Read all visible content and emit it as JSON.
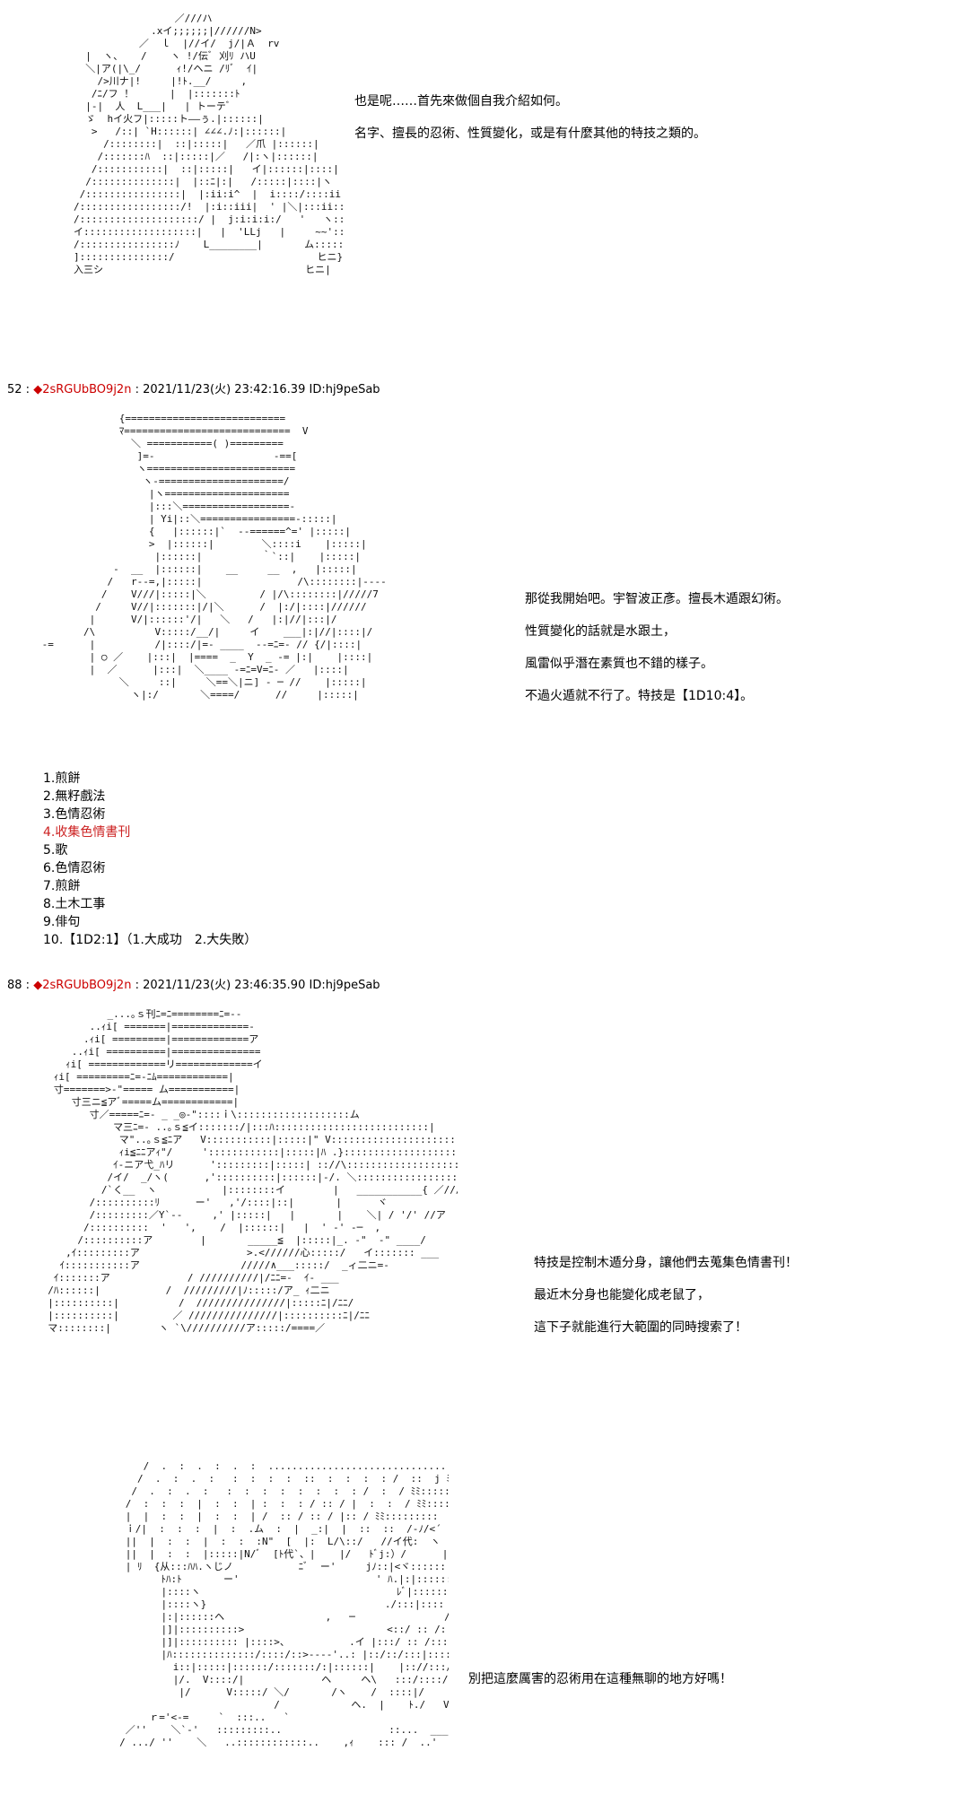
{
  "colors": {
    "trip": "#cc0000",
    "highlight": "#cc2222",
    "text": "#000000",
    "background": "#ffffff"
  },
  "art": {
    "art1": "                 ／///ハ\n             .xイ;;;;;;|//////N>\n           ／  ｌ  |//イ/  j/|Ａ  rv\n  |  ヽ、   /    ヽ !/伝ﾞ 刈ﾘ ハU\n  ＼|ア(|\\_/      ｨ!/ヘニ /ﾘﾞ  ｲ|\n    />川ナ|!     |!ﾄ.__/     ,\n   /ﾆ/フ ！      |  |:::::::ﾄ\n  |-|  人  L___|   | トーテﾞ\n  ゞ  hイ火フ|:::::ト――ぅ.|::::::|\n   >   /::| `H::::::| ∠∠∠.ﾉ:|::::::|\n     /::::::::|  ::|:::::|   ／爪 |::::::|\n    /:::::::ﾊ  ::|:::::|／   /|:ヽ|::::::|\n   /:::::::::::|  ::|:::::|   イ|::::::|::::|\n  /::::::::::::::|  |::ﾆ|:|   /:::::|::::|ヽ\n /::::::::::::::::|  |:ii:i^  |  i::::/::::ii:::ヽ\n/:::::::::::::::::/!  |:i::iii|  ' |＼|:::ii::::::::|\n/::::::::::::::::::::/ |  j:i:i:i:/   '   ヽ:::|::|f::::::(\nイ:::::::::::::::::::|   |  'LLj   |     ~~'::::::::::}\n/::::::::::::::::ﾉ    L________|       ム::::::::イ\n]:::::::::::::::/                        ヒニ}\n入三シ                                  ヒニ|",
    "art2": "              {===========================\n              ﾏ============================  V\n                ＼ ===========( )=========\n                 ]=‐                    ‐==[\n                 ヽ=========================\n                  ヽ‐=====================/\n                   |ヽ=====================\n                   |:::＼==================‐\n                   | Yi|::＼================‐:::::|\n                   {   |::::::|`  --======^=' |:::::|\n                   >  |::::::|        ＼::::i    |:::::|\n                    |::::::|          ｀`::|    |:::::|\n             ‐  __  |::::::|    __     __  ,   |:::::|\n            /   r--=,|:::::|                /\\::::::::|‐‐‐‐\n           /    V///|:::::|＼         / |/\\::::::::|/////7\n          /     V//|:::::::|/|＼      /  |:/|::::|//////\n         |      V/|::::::'/|   ＼   /   |:|//|:::|/\n        /\\          V:::::/__/|     イ    ___|:|//|::::|/\n ‐=      |          /|::::/|=‐ ____  --=ﾆ=‐ // {/|::::|\n         | ○ ／    |:::|  |====  _  Y  _ ‐= |:|    |::::|\n         |  ／      |:::|  ＼____ ‐=ﾆ=V=ﾆ‐ ／   |::::|\n              ＼     ::|     ＼==＼|ニ] ‐ ─ //    |:::::|\n                ヽ|:/       ＼====/      //     |:::::|",
    "art3": "            _...｡ｓ刊ﾆ=ﾆ========ﾆ=‐‐\n         ..ｨi[ =======|=============‐\n        .ｨi[ =========|=============ア\n      ..ｨi[ ==========|===============\n     ｨi[ =============リ=============イ\n   ｨi[ =========ﾆ=‐ﾆﾑ============|\n   寸=======>‐\"===== ム===========|\n      寸三ニ≦アﾞ=====ム============|\n         寸／=====ﾆ=‐ _ _◎‐\"::::ｉ\\:::::::::::::::::::ム\n             マ三ﾆ=‐ ..｡ｓ≦イ:::::::/|:::ﾊ::::::::::::::::::::::::::|\n              マ\"..｡ｓ≦ﾆア   V:::::::::::|:::::|\" V:::::::::::::::::::::::::::ﾊ,\n              ｨi≦ﾆﾆアｨ\"/     '::::::::::::|:::::|ﾊ .}:::::::::::::::::::::::::::'  !\n             ｲ‐ニア弋_ﾊリ      ':::::::::|:::::| :://\\::::::::::::::::::::::::::::\n            /イ/  _/ヽ(      ,'::::::::::|::::::|-/. ＼:::::::::::::::::::::::::イ\"\n           /`く__  ヽ           |::::::::イ        |   ___________{ ／///ア\n         /::::::::::ﾘ      ー'   ,'/::::|::|       |      ヾ\n         /:::::::::／Y`‐‐     ,' |:::::|   |       |    ＼| / '/' //ア\n        /::::::::::  '   ',    /  |::::::|   |  ' ‐' ‐─  ,      \n       /::::::::::ア        |       _____≦  |:::::|_. ‐\"  ‐\" ____/\n     ,ｲ:::::::::ア                  >.<//////心:::::/   イ::::::: ___\n    ｲ:::::::::::ア                 /////∧___:::::/  _ィ二ニ=‐\n   ｲ:::::::ア             / //////////|/ﾆﾆ=‐  ｲ‐ ___\n  /ﾊ::::::|           /  /////////|ﾉ:::::/ア_ ｨ二ニ\n  |::::::::::|          /  ///////////////|:::::ﾆ|/ﾆﾆ/\n  |::::::::::|         ／ ///////////////|::::::::::ﾆ|/ﾆﾆ\n  マ::::::::|        ヽ `\\//////////ア:::::/====／",
    "art4": "         /  .  :  .  :  .  :  ..........................................｀\n        /  .  :  .  :   :  :  :  :  ::  :  :  :  : /  ::  j ﾐ::::::.  ヽ\n       /  .  :  .  :   :  :  :  :  :  :  :  : /  :  / ﾐﾐ::::::::::::ヽ\n      /  :  :  :  |  :  :  | :  :  : / :: / |  :  :  / ﾐﾐ::::::::::::\n      |  |  :  :  |  :  :  | /  :: / :: / |:: / ﾐﾐ:::::::::  !\n      ｉ/|  :  :  :  |  :  .ム  :  |  _:|  |  ::  ::  /‐ﾉ/<´  ﾐﾐ::::::::::|\n      ||  |  :  :  |  :  :  :N\"  [  |:  L/\\::/   //イ代:  ヽ  ﾐﾐ::::::::|\n      ||  |  :  :  |:::::|N/ﾞ  [ﾄ代`、|    |/   ﾄﾞj:）/      |::::::|  :  |\n      | ﾘ  {从:::ﾊﾊ.ヽじノ           ﾆﾞ  ー'     jﾉ::|<ヾ::::::\n            ﾄﾊ:ﾄ       ー'                       ' ﾊ.|:|::::::\n            |::::ヽ                                 ﾚﾞ|::::::\n            |::::ヽ}                              ./:::|::::\n            |:|::::::ヘ                 ,   ─               /  .|::ﾄ|:|\n            |]|::::::::::>                        <::/ :: /:::|::.|:|\n            |]|:::::::::: |::::>、          .イ |:::/ :: /::::|::::|:|  ﾘﾊ\n            |ﾊ::::::::::::::/::::/::>‐‐‐‐'..: |::/::/:::|::::::::|::ﾄ\n              i::|:::::|::::::/:::::::/:|::::::|    |:://:::/:::/::::::|  ﾘ\n              |/.  V::::/|             ヘ     ヘ\\   :::/::::/  ヽ\n               |/      V:::::/ ＼/       /ヽ    /  ::::|/\n                               /            ヘ.  |    ﾄ./   V\n          ｒ='<‐=     `  :::..   `                                ..::''\n      ／''    ＼`‐'   :::::::::..                  ::...  ___..\n     / .../ ''    ＼   ..::::::::::::..    ,ｨ    ::: /  ..'"
  },
  "dialog1": {
    "line1": "也是呢……首先來做個自我介紹如何。",
    "line2": "名字、擅長的忍術、性質變化，或是有什麼其他的特技之類的。"
  },
  "post52": {
    "number": "52 :",
    "trip": "2sRGUbBO9j2n",
    "datetime": ": 2021/11/23(火) 23:42:16.39 ID:hj9peSab"
  },
  "dialog2": {
    "line1": "那從我開始吧。宇智波正彥。擅長木遁跟幻術。",
    "line2": "性質變化的話就是水跟土，",
    "line3": "風雷似乎潛在素質也不錯的樣子。",
    "line4": "不過火遁就不行了。特技是【1D10:4】。"
  },
  "list_items": [
    "1.煎餅",
    "2.無籽戲法",
    "3.色情忍術",
    "4.收集色情書刊",
    "5.歌",
    "6.色情忍術",
    "7.煎餅",
    "8.土木工事",
    "9.俳句",
    "10.【1D2:1】（1.大成功　2.大失敗）"
  ],
  "post88": {
    "number": "88 :",
    "trip": "2sRGUbBO9j2n",
    "datetime": ": 2021/11/23(火) 23:46:35.90 ID:hj9peSab"
  },
  "dialog3": {
    "line1": "特技是控制木遁分身，讓他們去蒐集色情書刊！",
    "line2": "最近木分身也能變化成老鼠了，",
    "line3": "這下子就能進行大範圍的同時搜索了！"
  },
  "dialog4": {
    "line1": "別把這麼厲害的忍術用在這種無聊的地方好嗎！"
  }
}
